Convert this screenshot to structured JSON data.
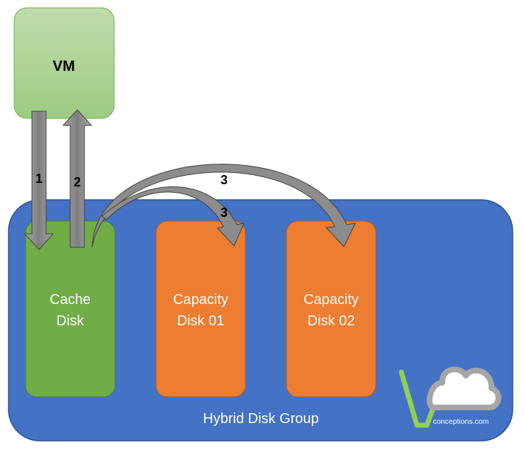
{
  "vm": {
    "label": "VM"
  },
  "disk_group": {
    "label": "Hybrid Disk Group"
  },
  "cache_disk": {
    "line1": "Cache",
    "line2": "Disk"
  },
  "capacity_disk_01": {
    "line1": "Capacity",
    "line2": "Disk 01"
  },
  "capacity_disk_02": {
    "line1": "Capacity",
    "line2": "Disk 02"
  },
  "flow_steps": {
    "write_to_cache": "1",
    "ack_to_vm": "2",
    "destage_to_disk_02": "3",
    "destage_to_disk_01": "3"
  },
  "logo": {
    "text": "conceptions.com"
  },
  "colors": {
    "vm_fill": "#a9d18e",
    "disk_group_fill": "#4472c4",
    "cache_fill": "#70ad47",
    "capacity_fill": "#ed7d31",
    "arrow_fill": "#8c8c8c"
  }
}
